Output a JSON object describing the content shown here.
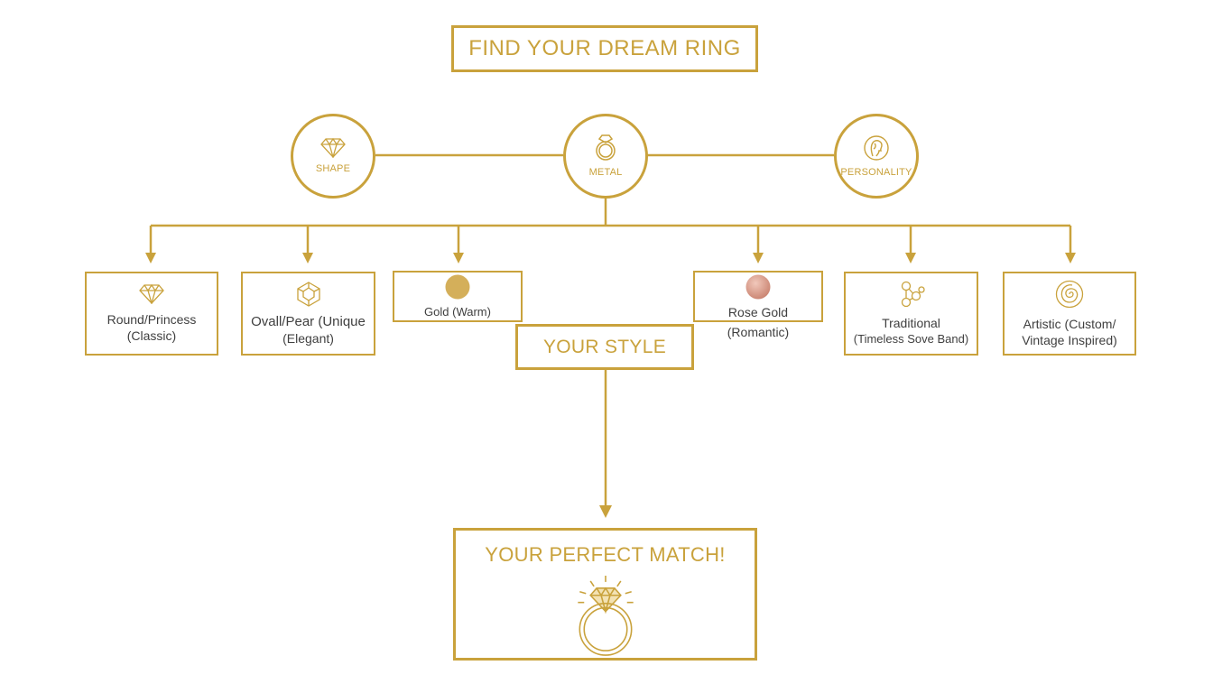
{
  "title": "FIND YOUR DREAM RING",
  "categories": [
    {
      "id": "shape",
      "label": "SHAPE",
      "icon": "diamond-icon"
    },
    {
      "id": "metal",
      "label": "METAL",
      "icon": "ring-icon"
    },
    {
      "id": "personality",
      "label": "PERSONALITY",
      "icon": "face-profile-icon"
    }
  ],
  "options": [
    {
      "line1": "Round/Princess",
      "line2": "(Classic)",
      "icon": "diamond-icon"
    },
    {
      "line1": "Ovall/Pear (Unique",
      "line2": "(Elegant)",
      "icon": "hexagon-gem-icon"
    },
    {
      "line1": "Gold (Warm)",
      "line2": "",
      "icon": "gold-swatch-icon",
      "color": "#d4af5a"
    },
    {
      "line1": "Rose Gold",
      "line2": "(Romantic)",
      "icon": "rose-gold-swatch-icon",
      "color": "#d59c8c"
    },
    {
      "line1": "Traditional",
      "line2": "(Timeless Sove Band)",
      "icon": "molecule-icon"
    },
    {
      "line1": "Artistic (Custom/",
      "line2": "Vintage Inspired)",
      "icon": "spiral-icon"
    }
  ],
  "style_label": "YOUR STYLE",
  "match_label": "YOUR PERFECT MATCH!",
  "colors": {
    "gold": "#c9a23c",
    "text": "#3f3f3f",
    "background": "#ffffff"
  }
}
